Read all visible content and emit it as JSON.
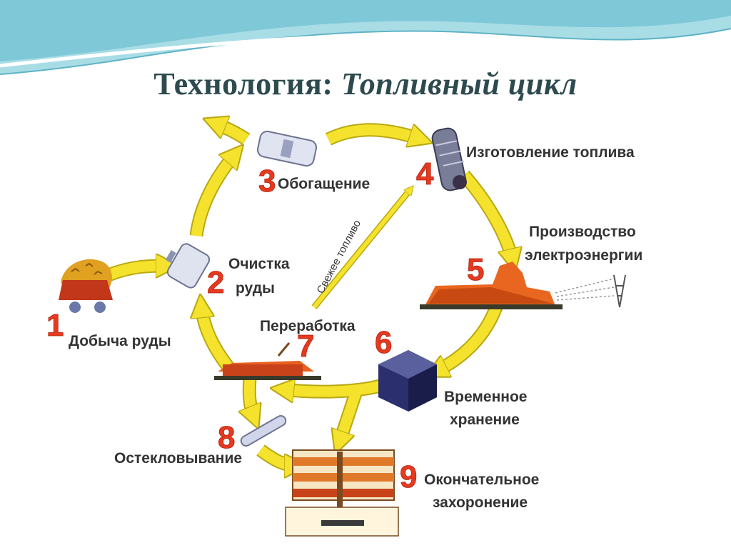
{
  "slide": {
    "title_prefix": "Технология:",
    "title_italic": "Топливный цикл",
    "colors": {
      "title": "#2d4a4f",
      "arrow": "#f4e22d",
      "arrow_edge": "#b9a812",
      "number": "#e63a1f",
      "wave": "#7fc8d8"
    }
  },
  "diagram": {
    "stages": [
      {
        "number": "1",
        "label": "Добыча руды",
        "icon": "ore-cart-icon"
      },
      {
        "number": "2",
        "label_line1": "Очистка",
        "label_line2": "руды",
        "icon": "refining-cylinder-icon"
      },
      {
        "number": "3",
        "label": "Обогащение",
        "icon": "enrichment-cylinder-icon"
      },
      {
        "number": "4",
        "label": "Изготовление топлива",
        "icon": "fuel-assembly-icon"
      },
      {
        "number": "5",
        "label_line1": "Производство",
        "label_line2": "электроэнергии",
        "icon": "power-plant-icon"
      },
      {
        "number": "6",
        "label_line1": "Временное",
        "label_line2": "хранение",
        "icon": "storage-box-icon"
      },
      {
        "number": "7",
        "label": "Переработка",
        "icon": "reprocessing-plant-icon"
      },
      {
        "number": "8",
        "label": "Остекловывание",
        "icon": "glass-rod-icon"
      },
      {
        "number": "9",
        "label_line1": "Окончательное",
        "label_line2": "захоронение",
        "icon": "repository-icon"
      }
    ],
    "fresh_fuel_label": "Свежее топливо"
  }
}
